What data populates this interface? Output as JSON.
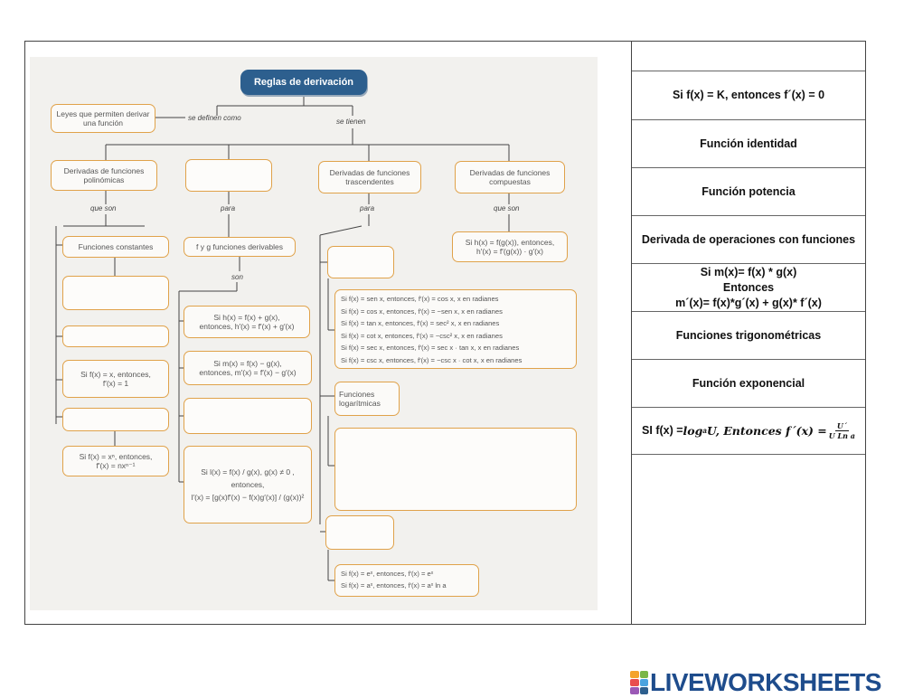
{
  "concept_map": {
    "title": "Reglas de derivación",
    "leyes": "Leyes que permiten derivar una función",
    "se_definen": "se definen como",
    "se_tienen": "se tienen",
    "poli": "Derivadas de funciones polinómicas",
    "trasc": "Derivadas de funciones trascendentes",
    "comp": "Derivadas de funciones compuestas",
    "que_son_1": "que son",
    "para_1": "para",
    "para_2": "para",
    "que_son_2": "que son",
    "constantes": "Funciones constantes",
    "fyg": "f y g funciones derivables",
    "son": "son",
    "comp_rule_1": "Si h(x) = f(g(x)), entonces,",
    "comp_rule_2": "h′(x) = f′(g(x)) · g′(x)",
    "suma_1": "Si h(x) = f(x) + g(x),",
    "suma_2": "entonces, h′(x) = f′(x) + g′(x)",
    "resta_1": "Si m(x) = f(x) − g(x),",
    "resta_2": "entonces, m′(x) = f′(x) − g′(x)",
    "ident_1": "Si f(x) = x, entonces,",
    "ident_2": "f′(x) = 1",
    "pot_1": "Si f(x) = xⁿ, entonces,",
    "pot_2": "f′(x) = nxⁿ⁻¹",
    "coc_1": "Si l(x) = f(x) / g(x), g(x) ≠ 0 ,",
    "coc_2": "entonces,",
    "coc_3": "l′(x) = [g(x)f′(x) − f(x)g′(x)] / (g(x))²",
    "trig": [
      "Si f(x) = sen x, entonces, f′(x) = cos x, x en radianes",
      "Si f(x) = cos x, entonces, f′(x) = −sen x, x en radianes",
      "Si f(x) = tan x, entonces, f′(x) = sec² x, x en radianes",
      "Si f(x) = cot x, entonces, f′(x) = −csc² x, x en radianes",
      "Si f(x) = sec x, entonces, f′(x) = sec x · tan x, x en radianes",
      "Si f(x) = csc x, entonces, f′(x) = −csc x · cot x, x en radianes"
    ],
    "log": "Funciones logarítmicas",
    "exp_1": "Si f(x) = eˣ, entonces, f′(x) = eˣ",
    "exp_2": "Si f(x) = aˣ, entonces, f′(x) = aˣ ln a"
  },
  "answers": [
    "Si f(x) = K, entonces f´(x) = 0",
    "Función identidad",
    "Función potencia",
    "Derivada de operaciones con funciones",
    "Si m(x)= f(x) * g(x)\nEntonces\nm´(x)= f(x)*g´(x) + g(x)* f´(x)",
    "Funciones trigonométricas",
    "Función exponencial"
  ],
  "answer_log": {
    "prefix": "SI f(x) = ",
    "formula": "log",
    "sub": "a",
    "rest": " U, Entonces f´(x) = ",
    "num": "U´",
    "den": "U Ln a"
  },
  "logo": {
    "text": "LIVEWORKSHEETS",
    "colors": [
      "#f4a32b",
      "#7ab648",
      "#e94e4e",
      "#4aa3df",
      "#9b59b6",
      "#2d5f8e"
    ]
  }
}
